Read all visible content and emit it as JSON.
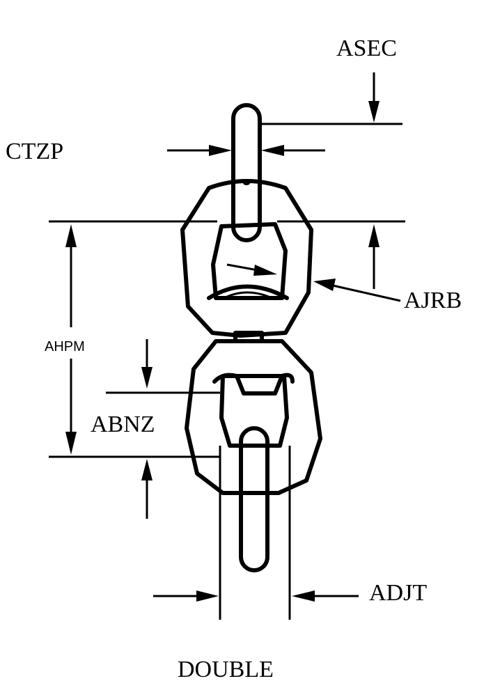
{
  "labels": {
    "asec": "ASEC",
    "ctzp": "CTZP",
    "ajrb": "AJRB",
    "ahpm": "AHPM",
    "abnz": "ABNZ",
    "adjt": "ADJT",
    "caption": "DOUBLE"
  },
  "colors": {
    "ink": "#000000",
    "paper": "#ffffff"
  }
}
